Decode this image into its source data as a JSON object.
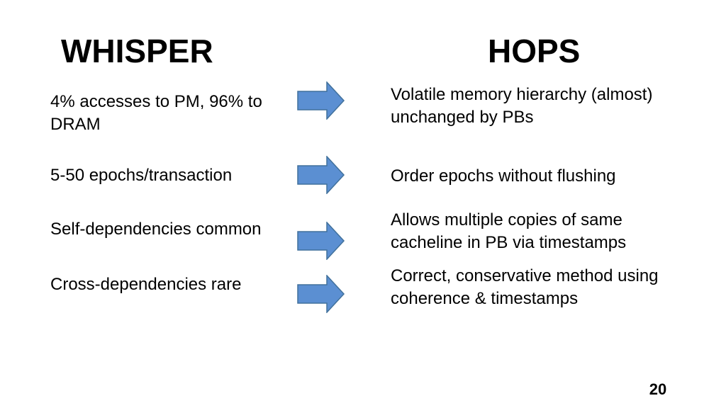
{
  "headings": {
    "left": "WHISPER",
    "right": "HOPS"
  },
  "rows": [
    {
      "left": "4% accesses to PM, 96% to DRAM",
      "right": "Volatile memory hierarchy (almost) unchanged by PBs"
    },
    {
      "left": "5-50 epochs/transaction",
      "right": "Order epochs without flushing"
    },
    {
      "left": "Self-dependencies common",
      "right": "Allows multiple copies of same cacheline in PB via timestamps"
    },
    {
      "left": "Cross-dependencies rare",
      "right": "Correct, conservative method using coherence & timestamps"
    }
  ],
  "arrow_icon": "arrow-right-icon",
  "colors": {
    "arrow_fill": "#5b8fd2",
    "arrow_stroke": "#41719c"
  },
  "page_number": "20"
}
